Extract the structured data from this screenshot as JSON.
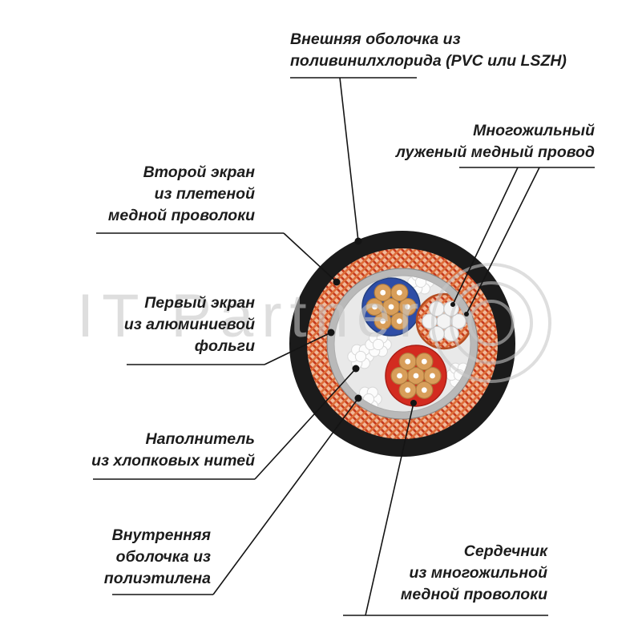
{
  "watermark": {
    "text": "IT Partner"
  },
  "labels": {
    "outer_sheath": {
      "lines": [
        "Внешняя оболочка из",
        "поливинилхлорида (PVC или LSZH)"
      ]
    },
    "tinned_wire": {
      "lines": [
        "Многожильный",
        "луженый медный провод"
      ]
    },
    "second_screen": {
      "lines": [
        "Второй экран",
        "из плетеной",
        "медной проволоки"
      ]
    },
    "first_screen": {
      "lines": [
        "Первый экран",
        "из алюминиевой",
        "фольги"
      ]
    },
    "filler": {
      "lines": [
        "Наполнитель",
        "из хлопковых нитей"
      ]
    },
    "inner_sheath": {
      "lines": [
        "Внутренняя",
        "оболочка из",
        "полиэтилена"
      ]
    },
    "core": {
      "lines": [
        "Сердечник",
        "из многожильной",
        "медной проволоки"
      ]
    }
  },
  "colors": {
    "outer_sheath": "#1b1b1b",
    "braid_base": "#f1bb9b",
    "braid_red": "#c43a1e",
    "braid_orange": "#de6e39",
    "foil": "#b9b9b9",
    "interior": "#e9e9e9",
    "conductor_blue": "#2e4da6",
    "conductor_red": "#d32b20",
    "tinned_ring_stroke": "#b34d22",
    "strand_copper": "#d89e5a",
    "strand_white": "#f4f4f4",
    "line": "#141414",
    "watermark": "#c8c8c8"
  }
}
